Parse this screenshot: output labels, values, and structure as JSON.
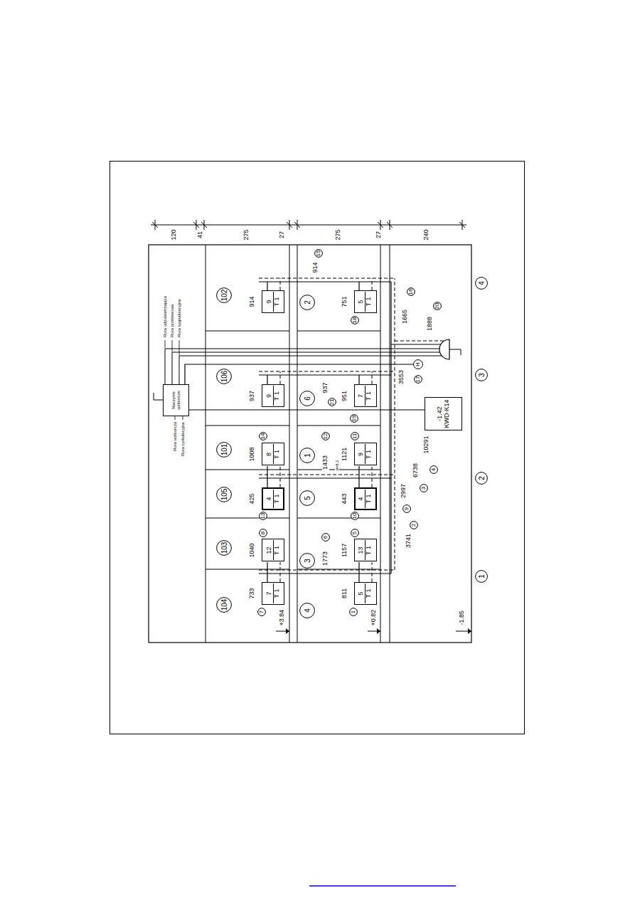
{
  "diagram": {
    "nodes": [
      {
        "text": [
          "Naczynie wzbiorcze"
        ]
      },
      {
        "text": [
          "104"
        ]
      },
      {
        "text": [
          "103"
        ]
      },
      {
        "text": [
          "105"
        ]
      },
      {
        "text": [
          "101"
        ]
      },
      {
        "text": [
          "106"
        ]
      },
      {
        "text": [
          "102"
        ]
      },
      {
        "text": [
          "7",
          "T 1"
        ]
      },
      {
        "text": [
          "12",
          "T 1"
        ]
      },
      {
        "text": [
          "4",
          "T 1"
        ]
      },
      {
        "text": [
          "8",
          "T 1"
        ]
      },
      {
        "text": [
          "9",
          "T 1"
        ]
      },
      {
        "text": [
          "9",
          "T 1"
        ]
      },
      {
        "text": [
          "4"
        ]
      },
      {
        "text": [
          "3"
        ]
      },
      {
        "text": [
          "5"
        ]
      },
      {
        "text": [
          "1"
        ]
      },
      {
        "text": [
          "6"
        ]
      },
      {
        "text": [
          "2"
        ]
      },
      {
        "text": [
          "5",
          "T 1"
        ]
      },
      {
        "text": [
          "13",
          "T 1"
        ]
      },
      {
        "text": [
          "4",
          "T 1"
        ]
      },
      {
        "text": [
          "9",
          "T 1"
        ]
      },
      {
        "text": [
          "7",
          "T 1"
        ]
      },
      {
        "text": [
          "5",
          "T 1"
        ]
      },
      {
        "text": [
          "H"
        ]
      },
      {
        "text": [
          "-1.42",
          "KWD-K14"
        ]
      },
      {
        "text": [
          "7"
        ]
      },
      {
        "text": [
          "8"
        ]
      },
      {
        "text": [
          "13"
        ]
      },
      {
        "text": [
          "14"
        ]
      },
      {
        "text": [
          "1"
        ]
      },
      {
        "text": [
          "5"
        ]
      },
      {
        "text": [
          "10"
        ]
      },
      {
        "text": [
          "11"
        ]
      },
      {
        "text": [
          "18"
        ]
      },
      {
        "text": [
          "12"
        ]
      },
      {
        "text": [
          "6"
        ]
      },
      {
        "text": [
          "21"
        ]
      },
      {
        "text": [
          "19"
        ]
      },
      {
        "text": [
          "15"
        ]
      },
      {
        "text": [
          "2"
        ]
      },
      {
        "text": [
          "9"
        ]
      },
      {
        "text": [
          "3"
        ]
      },
      {
        "text": [
          "4"
        ]
      },
      {
        "text": [
          "17"
        ]
      },
      {
        "text": [
          "16"
        ]
      },
      {
        "text": [
          "20"
        ]
      },
      {
        "text": [
          "1"
        ]
      },
      {
        "text": [
          "2"
        ]
      },
      {
        "text": [
          "3"
        ]
      },
      {
        "text": [
          "4"
        ]
      }
    ],
    "edges": [
      {
        "from": 0,
        "to": 26,
        "arrow": "none"
      },
      {
        "from": 0,
        "to": 25,
        "arrow": "none"
      }
    ],
    "labels": [
      "733",
      "1040",
      "425",
      "1008",
      "937",
      "914",
      "811",
      "1157",
      "443",
      "1121",
      "951",
      "751",
      "914",
      "937",
      "1433",
      "d=8,1",
      "1773",
      "3741",
      "2997",
      "6738",
      "10291",
      "3553",
      "1888",
      "1665",
      "+3.84",
      "+0.82",
      "-1.85",
      "120",
      "41",
      "275",
      "27",
      "275",
      "27",
      "240",
      "Rura odpowietrzająca",
      "Rura przelewowa",
      "Rura sygnalizacyjna",
      "Rura wzbiorcza",
      "Rura cyrkulacyjna"
    ]
  }
}
